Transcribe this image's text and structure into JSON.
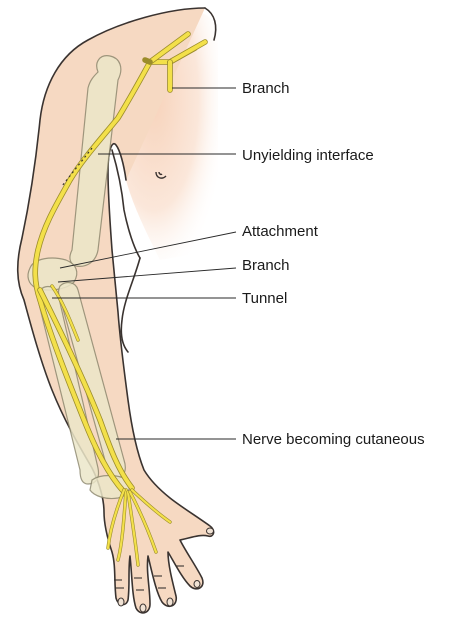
{
  "labels": {
    "branch_top": "Branch",
    "unyielding_interface": "Unyielding interface",
    "attachment": "Attachment",
    "branch_elbow": "Branch",
    "tunnel": "Tunnel",
    "nerve_cutaneous": "Nerve becoming cutaneous"
  },
  "colors": {
    "skin": "#f6d9c2",
    "skin_shadow": "#f0c7ae",
    "chest_glow": "#fbe6d6",
    "bone": "#ece7c9",
    "nerve": "#f3e04a",
    "outline": "#3a3330"
  }
}
